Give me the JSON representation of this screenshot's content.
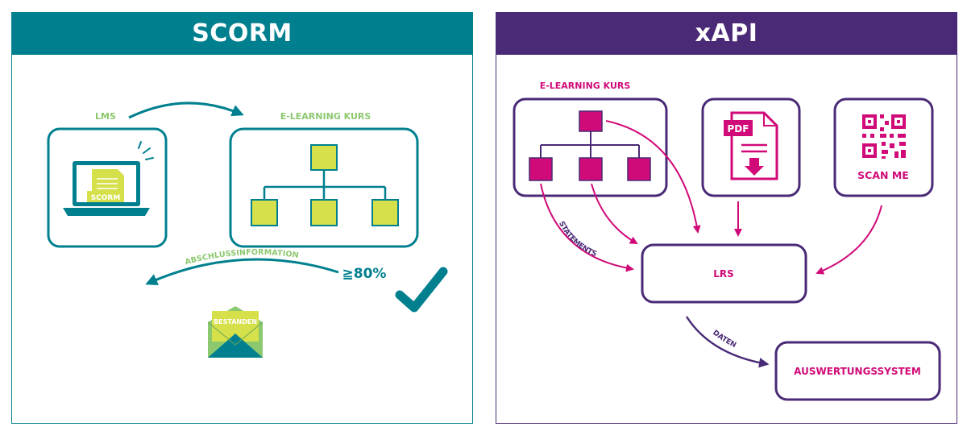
{
  "scorm": {
    "title": "SCORM",
    "lms_label": "LMS",
    "course_label": "E-LEARNING KURS",
    "screen_badge": "SCORM",
    "threshold": "≧80%",
    "return_label": "ABSCHLUSSINFORMATION",
    "envelope_label": "BESTANDEN"
  },
  "xapi": {
    "title": "xAPI",
    "course_label": "E-LEARNING KURS",
    "pdf_label": "PDF",
    "qr_label": "SCAN ME",
    "statements_label": "STATEMENTS",
    "lrs_label": "LRS",
    "daten_label": "DATEN",
    "analysis_label": "AUSWERTUNGSSYSTEM"
  },
  "colors": {
    "teal": "#00808f",
    "purple": "#4a2a77",
    "lime": "#d5e04a",
    "green": "#8cc86e",
    "magenta": "#d00a78"
  }
}
